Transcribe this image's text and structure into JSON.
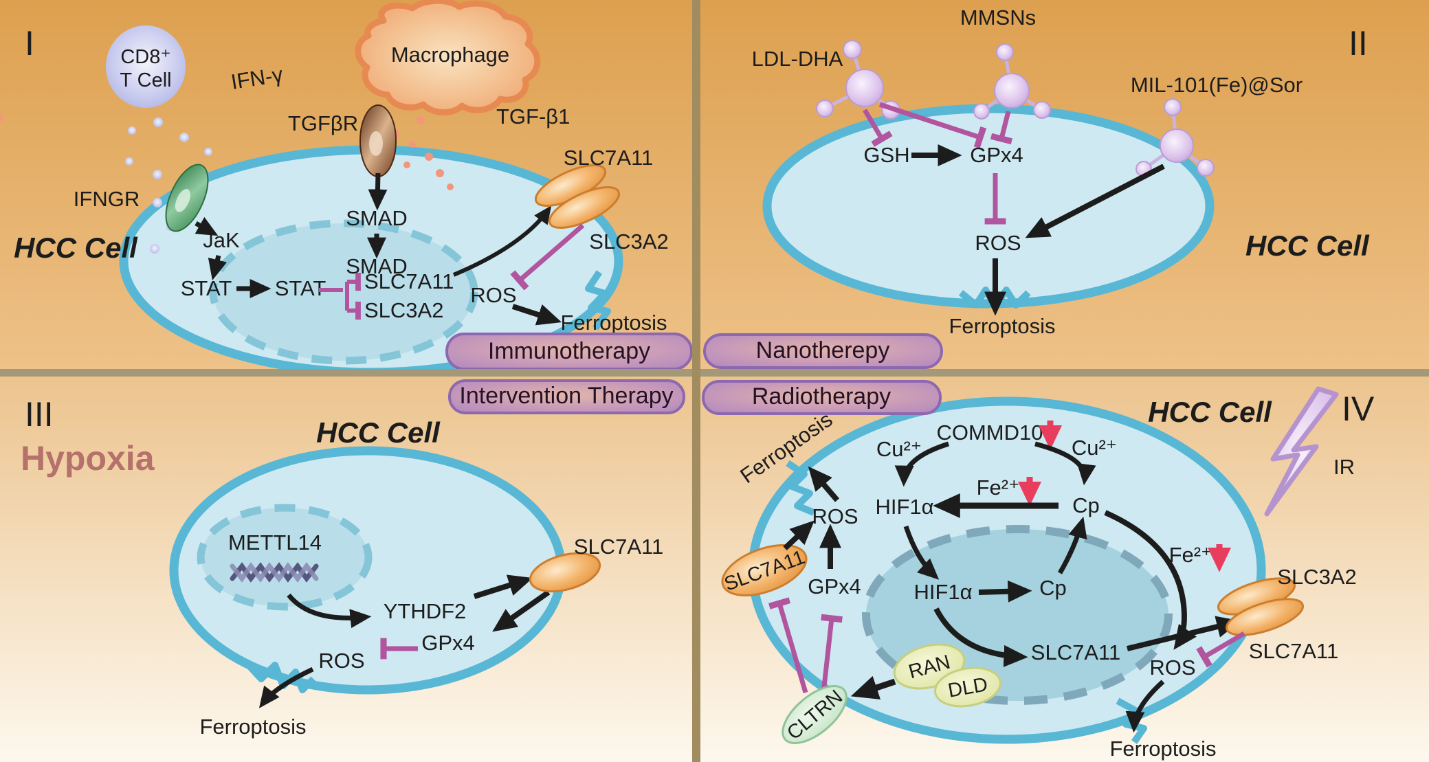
{
  "panel1": {
    "numeral": "I",
    "hcc": "HCC Cell",
    "tcell_line1": "CD8⁺",
    "tcell_line2": "T Cell",
    "ifn_gamma": "IFN-γ",
    "ifngr": "IFNGR",
    "macrophage": "Macrophage",
    "tgfbr": "TGFβR",
    "tgfb1": "TGF-β1",
    "smad_outer": "SMAD",
    "smad_nuclear": "SMAD",
    "jak": "JaK",
    "stat_cyto": "STAT",
    "stat_nuclear": "STAT",
    "gene_slc7a11": "SLC7A11",
    "gene_slc3a2": "SLC3A2",
    "membrane_slc7a11": "SLC7A11",
    "membrane_slc3a2": "SLC3A2",
    "ros": "ROS",
    "ferroptosis": "Ferroptosis",
    "badge": "Immunotherapy"
  },
  "panel2": {
    "numeral": "II",
    "hcc": "HCC Cell",
    "ldl_dha": "LDL-DHA",
    "mmsns": "MMSNs",
    "mil101": "MIL-101(Fe)@Sor",
    "gsh": "GSH",
    "gpx4": "GPx4",
    "ros": "ROS",
    "ferroptosis": "Ferroptosis",
    "badge": "Nanotherepy"
  },
  "panel3": {
    "numeral": "III",
    "hypoxia": "Hypoxia",
    "hcc": "HCC Cell",
    "badge": "Intervention Therapy",
    "mettl14": "METTL14",
    "ythdf2": "YTHDF2",
    "gpx4": "GPx4",
    "ros": "ROS",
    "slc7a11": "SLC7A11",
    "ferroptosis": "Ferroptosis"
  },
  "panel4": {
    "numeral": "IV",
    "hcc": "HCC Cell",
    "badge": "Radiotherapy",
    "ir": "IR",
    "ferroptosis_top": "Ferroptosis",
    "commd10": "COMMD10",
    "cu_left": "Cu²⁺",
    "cu_right": "Cu²⁺",
    "fe_mid": "Fe²⁺",
    "fe_right": "Fe²⁺",
    "hif1a_cyto": "HIF1α",
    "cp_cyto": "Cp",
    "hif1a_nuc": "HIF1α",
    "cp_nuc": "Cp",
    "slc7a11_nuc": "SLC7A11",
    "slc7a11_vesicle": "SLC7A11",
    "gpx4": "GPx4",
    "ros_top": "ROS",
    "ros_right": "ROS",
    "ran": "RAN",
    "dld": "DLD",
    "cltrn": "CLTRN",
    "slc3a2_membrane": "SLC3A2",
    "slc7a11_membrane": "SLC7A11",
    "ferroptosis_right": "Ferroptosis"
  },
  "colors": {
    "background_top": "#dda04f",
    "background_mid": "#eabe85",
    "background_bottom": "#fdf8ee",
    "membrane": "#57b7d4",
    "cytoplasm": "#cfe9f2",
    "nucleus": "#b9dde9",
    "nucleus_dark": "#a5d2de",
    "inhibition_magenta": "#b0559e",
    "down_arrow_red": "#e83d5c",
    "arrow_black": "#1c1c1c",
    "organelle_orange": "#eda558",
    "badge_purple": "#b18bc5",
    "hypoxia_text": "#b5716c"
  }
}
